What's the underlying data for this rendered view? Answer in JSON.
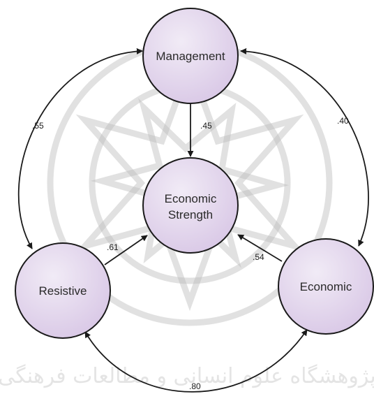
{
  "nodes": {
    "management": {
      "label": "Management"
    },
    "economic_strength": {
      "line1": "Economic",
      "line2": "Strength"
    },
    "resistive": {
      "label": "Resistive"
    },
    "economic": {
      "label": "Economic"
    }
  },
  "paths": {
    "management_to_strength": "0.45",
    "resistive_to_strength": "0.61",
    "economic_to_strength": "0.54"
  },
  "covariances": {
    "management_resistive": "0.55",
    "management_economic": "0.40",
    "resistive_economic": "0.80"
  },
  "coef_labels": {
    "management_to_strength": ".45",
    "resistive_to_strength": ".61",
    "economic_to_strength": ".54",
    "management_resistive": ".55",
    "management_economic": ".40",
    "resistive_economic": ".80"
  },
  "colors": {
    "node_fill_top": "#ece4f2",
    "node_fill_bottom": "#dccbe8",
    "stroke": "#1a1a1a"
  },
  "watermark": {
    "text": "پژوهشگاه علوم انسانی و مطالعات فرهنگی"
  }
}
